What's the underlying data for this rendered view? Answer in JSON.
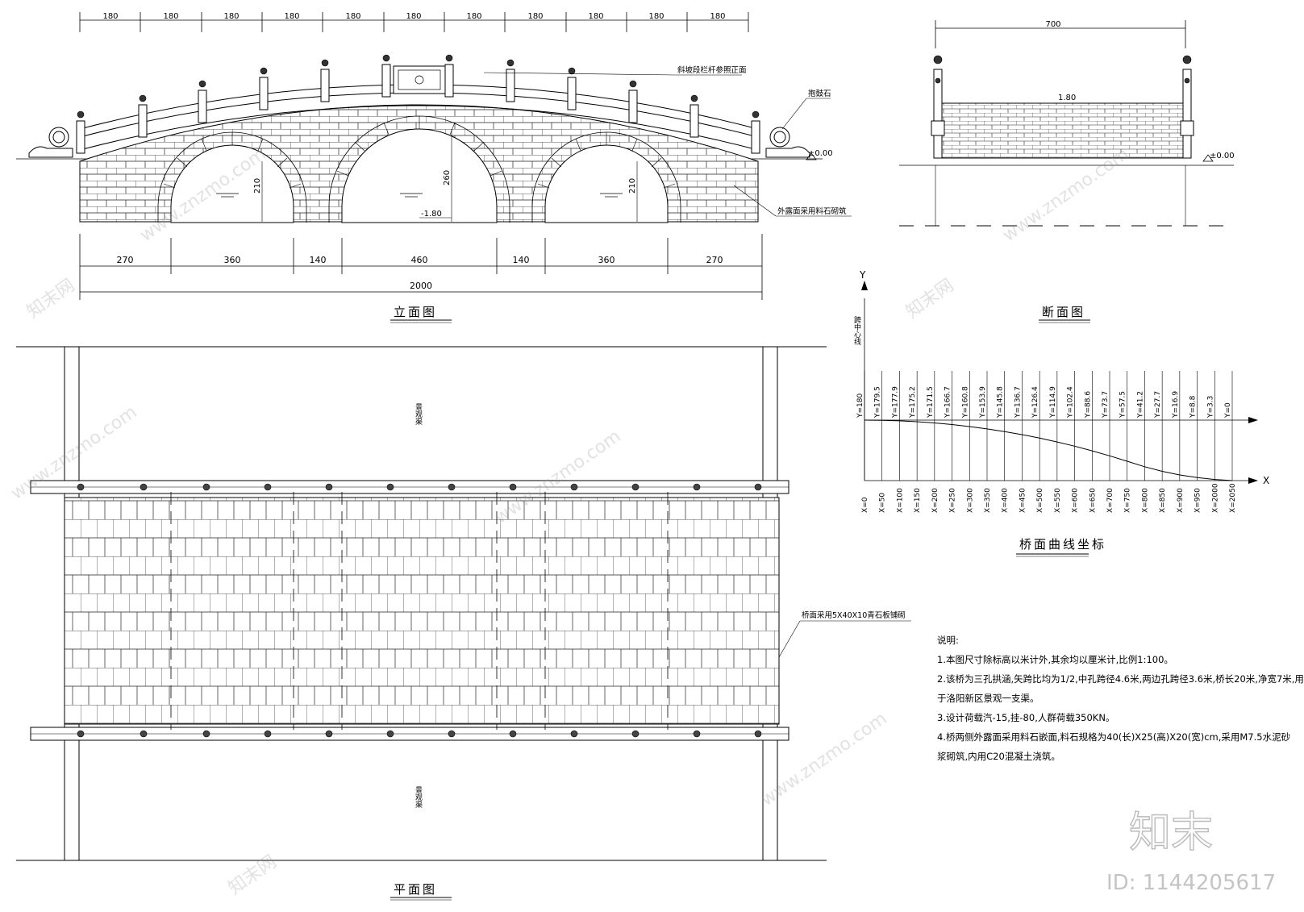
{
  "elevation": {
    "title": "立面图",
    "top_dims": [
      "180",
      "180",
      "180",
      "180",
      "180",
      "180",
      "180",
      "180",
      "180",
      "180",
      "180"
    ],
    "bottom_dims": [
      "270",
      "360",
      "140",
      "460",
      "140",
      "360",
      "270"
    ],
    "total_dim": "2000",
    "height_left": "210",
    "height_mid": "260",
    "height_right": "210",
    "water_level": "-1.80",
    "zero_level": "±0.00",
    "label_railing": "斜坡段栏杆参照正面",
    "label_drum": "抱鼓石",
    "label_facing": "外露面采用料石砌筑"
  },
  "section": {
    "title": "断面图",
    "width_dim": "700",
    "deck_level": "1.80",
    "zero_level": "±0.00"
  },
  "curve": {
    "title": "桥面曲线坐标",
    "axis_y": "Y",
    "axis_x": "X",
    "center_label": "跨中心线",
    "y_labels": [
      "Y=180",
      "Y=179.5",
      "Y=177.9",
      "Y=175.2",
      "Y=171.5",
      "Y=166.7",
      "Y=160.8",
      "Y=153.9",
      "Y=145.8",
      "Y=136.7",
      "Y=126.4",
      "Y=114.9",
      "Y=102.4",
      "Y=88.6",
      "Y=73.7",
      "Y=57.5",
      "Y=41.2",
      "Y=27.7",
      "Y=16.9",
      "Y=8.8",
      "Y=3.3",
      "Y=0"
    ],
    "x_labels": [
      "X=0",
      "X=50",
      "X=100",
      "X=150",
      "X=200",
      "X=250",
      "X=300",
      "X=350",
      "X=400",
      "X=450",
      "X=500",
      "X=550",
      "X=600",
      "X=650",
      "X=700",
      "X=750",
      "X=800",
      "X=850",
      "X=900",
      "X=950",
      "X=2000",
      "X=2050"
    ]
  },
  "plan": {
    "title": "平面图",
    "channel_top": "景观渠",
    "channel_bottom": "景观渠",
    "label_paving": "桥面采用5X40X10青石板铺砌"
  },
  "notes": {
    "heading": "说明:",
    "line1": "1.本图尺寸除标高以米计外,其余均以厘米计,比例1:100。",
    "line2a": "2.该桥为三孔拱涵,矢跨比均为1/2,中孔跨径4.6米,两边孔跨径3.6米,桥长20米,净宽7米,用",
    "line2b": "于洛阳新区景观一支渠。",
    "line3": "3.设计荷载汽-15,挂-80,人群荷载350KN。",
    "line4a": "4.桥两侧外露面采用料石嵌面,料石规格为40(长)X25(高)X20(宽)cm,采用M7.5水泥砂",
    "line4b": "浆砌筑,内用C20混凝土浇筑。"
  },
  "watermark": {
    "brand": "知末",
    "id": "ID: 1144205617",
    "site": "www.znzmo.com",
    "cn": "知末网"
  }
}
